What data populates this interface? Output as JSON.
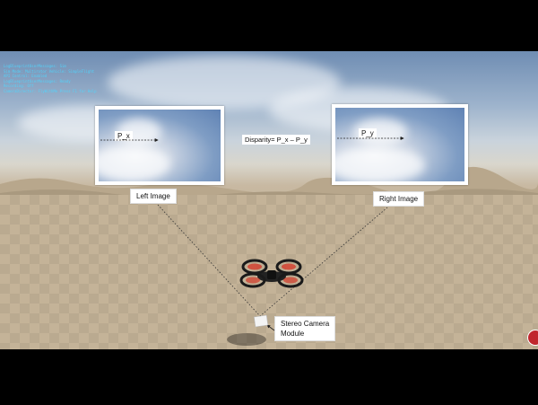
{
  "debug_lines": [
    "LogBlueprintUserMessages: Sim",
    "Sim Mode: Multirotor  Vehicle: SimpleFlight",
    "API Control: Enabled",
    "LogBlueprintUserMessages: Ready",
    "Recording: Off",
    "CameraDirector: FlyWithMe  Press F1 for Help"
  ],
  "left_image": {
    "caption": "Left Image",
    "point_label": "P_x"
  },
  "right_image": {
    "caption": "Right Image",
    "point_label": "P_y"
  },
  "disparity_label": "Disparity= P_x – P_y",
  "camera_module": {
    "line1": "Stereo Camera",
    "line2": "Module"
  },
  "colors": {
    "drone_accent": "#d43a2a",
    "drone_body": "#1a1a1a",
    "record_button": "#c0262d"
  }
}
